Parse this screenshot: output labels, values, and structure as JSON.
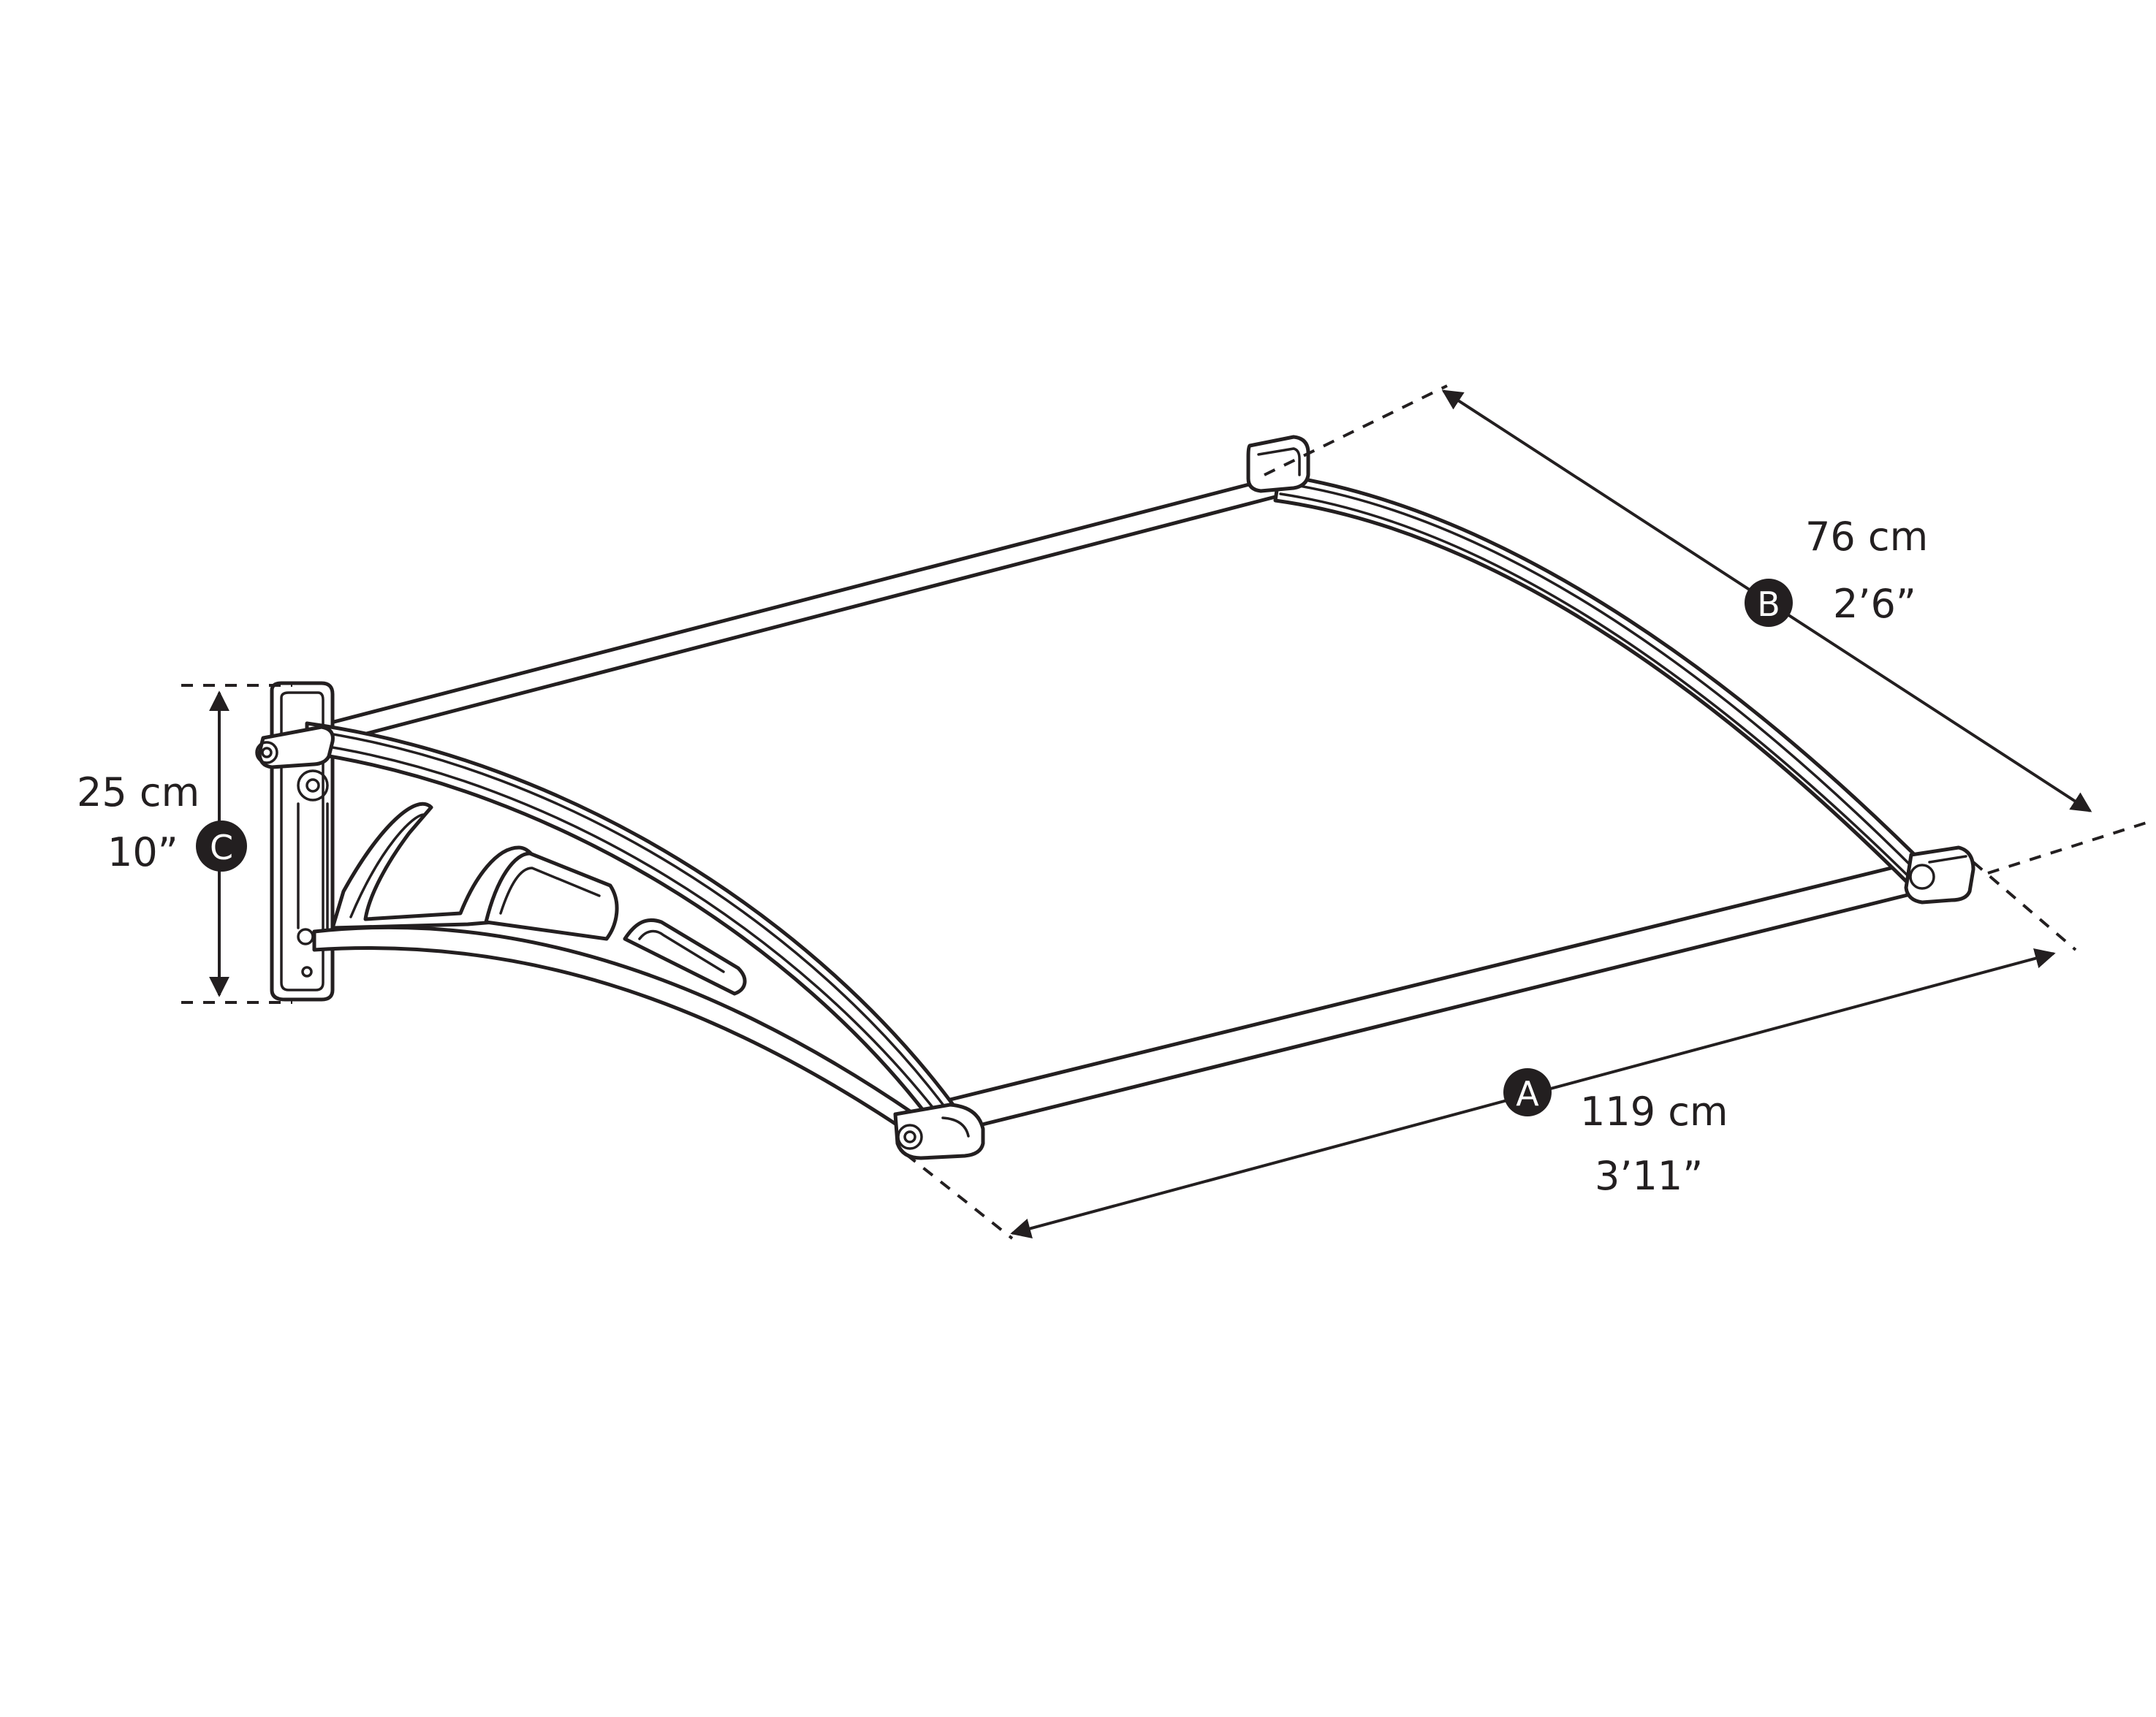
{
  "dimensions": {
    "A": {
      "badge": "A",
      "metric": "119 cm",
      "imperial": "3’11”"
    },
    "B": {
      "badge": "B",
      "metric": "76 cm",
      "imperial": "2’6”"
    },
    "C": {
      "badge": "C",
      "metric": "25 cm",
      "imperial": "10”"
    }
  },
  "colors": {
    "line": "#231f20",
    "badge_fill": "#231f20",
    "badge_text": "#ffffff",
    "background": "#ffffff"
  }
}
